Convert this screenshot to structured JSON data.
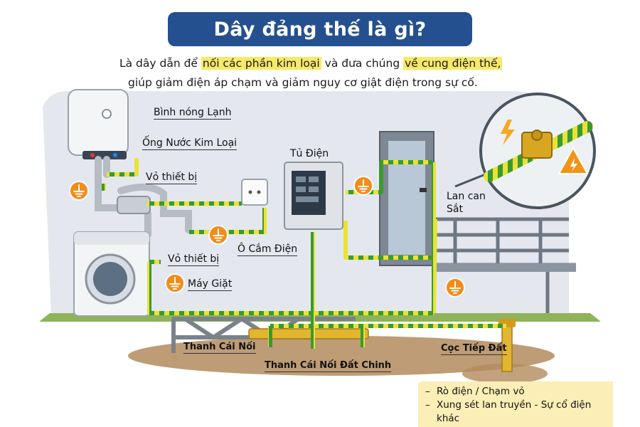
{
  "title": "Dây đảng thế là gì?",
  "intro": {
    "line1_a": "Là dây dẫn để ",
    "line1_hl1": "nối các phần kim loại",
    "line1_b": " và đưa chúng ",
    "line1_hl2": "về cung điện thế,",
    "line2": "giúp giảm điện áp chạm và giảm nguy cơ giật điện trong sự cố."
  },
  "labels": {
    "water_heater": "Bình nóng Lạnh",
    "metal_pipe": "Ống Nước Kim Loại",
    "device_casing_1": "Vỏ thiết bị",
    "panel": "Tủ Điện",
    "socket": "Ô Cắm Điện",
    "device_casing_2": "Vỏ thiết bị",
    "washer": "Máy Giặt",
    "railing_1": "Lan can",
    "railing_2": "Sắt",
    "busbar": "Thanh Cái Nối",
    "main_busbar": "Thanh Cái Nối Đất Chinh",
    "ground_rod": "Cọc Tiếp Đất"
  },
  "notes": [
    "Rò điện / Chạm vỏ",
    "Xung sét lan truyền - Sự cổ điện khác"
  ],
  "note_dash": "–",
  "icons": {
    "ground_badge": "ground-symbol-icon",
    "lightning": "lightning-icon",
    "warning": "warning-triangle-icon"
  },
  "colors": {
    "banner": "#24508f",
    "highlight": "#f7e96a",
    "ground_wire_green": "#3a9a2e",
    "ground_wire_yellow": "#e8e23a",
    "ground_badge": "#f28c1b",
    "note_bg": "#fbeeb6",
    "wall": "#e4e8ee"
  }
}
